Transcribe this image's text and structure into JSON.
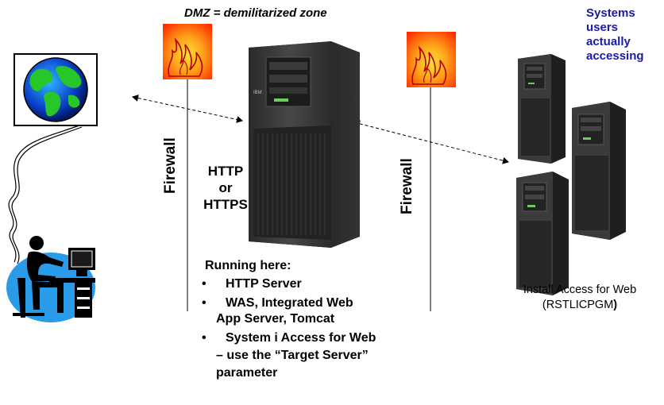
{
  "dmz_title": "DMZ = demilitarized zone",
  "systems_users": [
    "Systems",
    "users",
    "actually",
    "accessing"
  ],
  "firewall_label": "Firewall",
  "protocol": [
    "HTTP",
    "or",
    "HTTPS"
  ],
  "running": {
    "heading": "Running here:",
    "items": [
      [
        "HTTP Server"
      ],
      [
        "WAS, Integrated Web",
        "App Server, Tomcat"
      ],
      [
        "System i Access for Web",
        "– use the “Target Server”",
        "parameter"
      ]
    ]
  },
  "server_brand": "IBM",
  "install_caption": [
    "Install Access for Web",
    "(RSTLICPGM"
  ],
  "install_caption_tail": ")",
  "colors": {
    "systems_users": "#1a1aa6",
    "firewall_hot": "#ff2a00",
    "firewall_glow": "#ffd21c"
  }
}
